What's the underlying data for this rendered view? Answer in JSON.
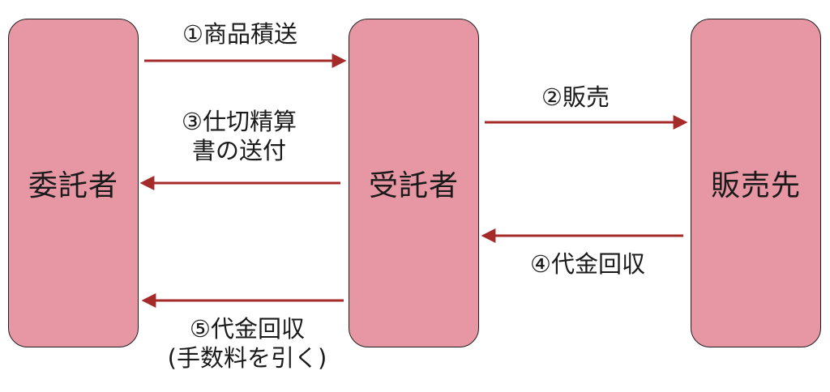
{
  "nodes": {
    "consignor": "委託者",
    "consignee": "受託者",
    "buyer": "販売先"
  },
  "arrows": {
    "step1": "①商品積送",
    "step2": "②販売",
    "step3_line1": "③仕切精算",
    "step3_line2": "書の送付",
    "step4": "④代金回収",
    "step5_line1": "⑤代金回収",
    "step5_line2": "(手数料を引く)"
  },
  "colors": {
    "box_fill": "#e697a3",
    "arrow": "#a52a2a"
  }
}
